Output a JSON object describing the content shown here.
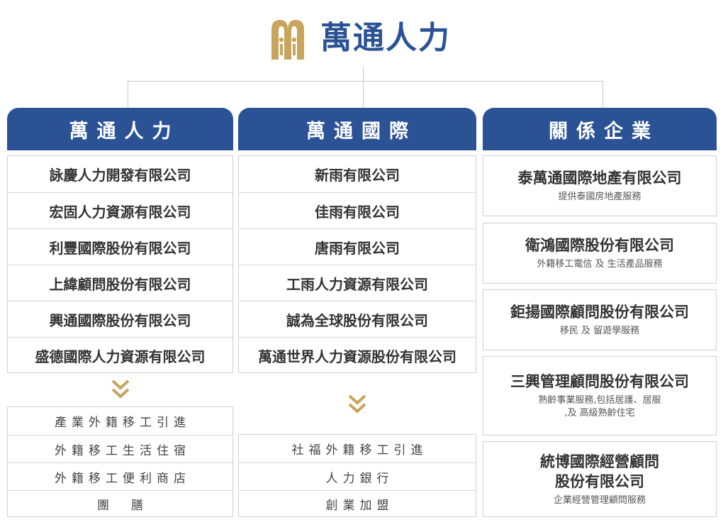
{
  "brand": {
    "name": "萬通人力",
    "accent_color": "#2a5294",
    "gold_color": "#c9a45c",
    "logo_icon": "mw-monogram-icon"
  },
  "columns": [
    {
      "title": "萬通人力",
      "companies": [
        "詠慶人力開發有限公司",
        "宏固人力資源有限公司",
        "利豐國際股份有限公司",
        "上緯顧問股份有限公司",
        "興通國際股份有限公司",
        "盛德國際人力資源有限公司"
      ],
      "services": [
        "產業外籍移工引進",
        "外籍移工生活住宿",
        "外籍移工便利商店",
        "團　膳"
      ]
    },
    {
      "title": "萬通國際",
      "companies": [
        "新雨有限公司",
        "佳雨有限公司",
        "唐雨有限公司",
        "工雨人力資源有限公司",
        "誠為全球股份有限公司",
        "萬通世界人力資源股份有限公司"
      ],
      "services": [
        "社福外籍移工引進",
        "人力銀行",
        "創業加盟"
      ]
    },
    {
      "title": "關係企業",
      "related": [
        {
          "name": "泰萬通國際地產有限公司",
          "desc": "提供泰國房地產服務"
        },
        {
          "name": "衛鴻國際股份有限公司",
          "desc": "外籍移工電信 及 生活產品服務"
        },
        {
          "name": "鉅揚國際顧問股份有限公司",
          "desc": "移民 及 留遊學服務"
        },
        {
          "name": "三興管理顧問股份有限公司",
          "desc": "熟齡事業服務,包括居護、居服\n,及 高級熟齡住宅"
        },
        {
          "name": "統博國際經營顧問\n股份有限公司",
          "desc": "企業經營管理顧問服務"
        }
      ]
    }
  ]
}
